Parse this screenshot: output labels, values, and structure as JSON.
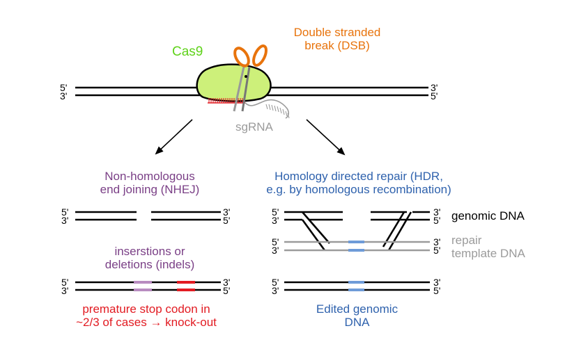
{
  "colors": {
    "cas9_green": "#5fd21a",
    "cas9_fill": "#cdf07a",
    "dsb_orange": "#e8730c",
    "nhej_purple": "#7a3f86",
    "hdr_blue": "#2f62ad",
    "red": "#e21b22",
    "gray": "#9b9b9b",
    "indel_purple": "#b88cc0",
    "template_blue": "#6e9bd8",
    "black": "#000000"
  },
  "icons": [
    "scissors-icon",
    "arrow-down-left-icon",
    "arrow-down-right-icon"
  ],
  "top": {
    "cas9": "Cas9",
    "dsb_line1": "Double stranded",
    "dsb_line2": "break (DSB)",
    "sgrna": "sgRNA",
    "end5_left": "5'",
    "end3_left": "3'",
    "end3_right": "3'",
    "end5_right": "5'"
  },
  "nhej": {
    "title_line1": "Non-homologous",
    "title_line2": "end joining (NHEJ)",
    "indels_line1": "inserstions or",
    "indels_line2": "deletions (indels)",
    "outcome_line1": "premature stop codon in",
    "outcome_line2": "~2/3 of cases → knock-out",
    "end5_left": "5'",
    "end3_left": "3'",
    "end3_right": "3'",
    "end5_right": "5'"
  },
  "hdr": {
    "title_line1": "Homology directed repair (HDR,",
    "title_line2": "e.g. by homologous recombination)",
    "genomic_dna": "genomic DNA",
    "repair_line1": "repair",
    "repair_line2": "template DNA",
    "edited_line1": "Edited genomic",
    "edited_line2": "DNA",
    "end5_left": "5'",
    "end3_left": "3'",
    "end3_right": "3'",
    "end5_right": "5'"
  }
}
